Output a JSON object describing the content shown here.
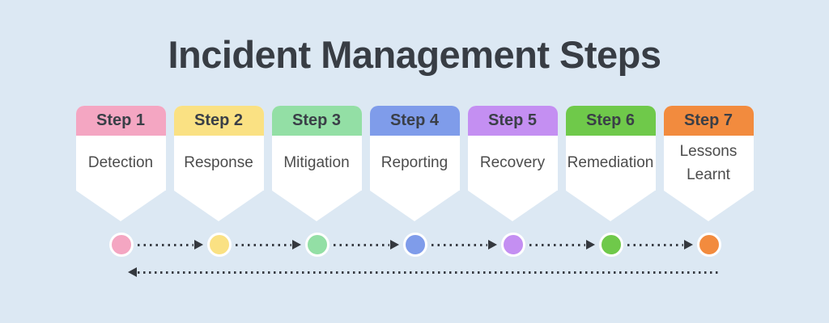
{
  "title": "Incident Management Steps",
  "colors": {
    "background": "#dce8f3",
    "title_text": "#383d44",
    "header_text": "#3a3f47",
    "body_text": "#4c4c4c",
    "card_background": "#ffffff",
    "connector": "#3a3e45"
  },
  "steps": [
    {
      "label": "Step 1",
      "name": "Detection",
      "color": "#f4a6c2"
    },
    {
      "label": "Step 2",
      "name": "Response",
      "color": "#fae183"
    },
    {
      "label": "Step 3",
      "name": "Mitigation",
      "color": "#93dfa5"
    },
    {
      "label": "Step 4",
      "name": "Reporting",
      "color": "#7f9cea"
    },
    {
      "label": "Step 5",
      "name": "Recovery",
      "color": "#c48ff2"
    },
    {
      "label": "Step 6",
      "name": "Remediation",
      "color": "#6fc94a"
    },
    {
      "label": "Step 7",
      "name": "Lessons Learnt",
      "color": "#f28b3e"
    }
  ]
}
